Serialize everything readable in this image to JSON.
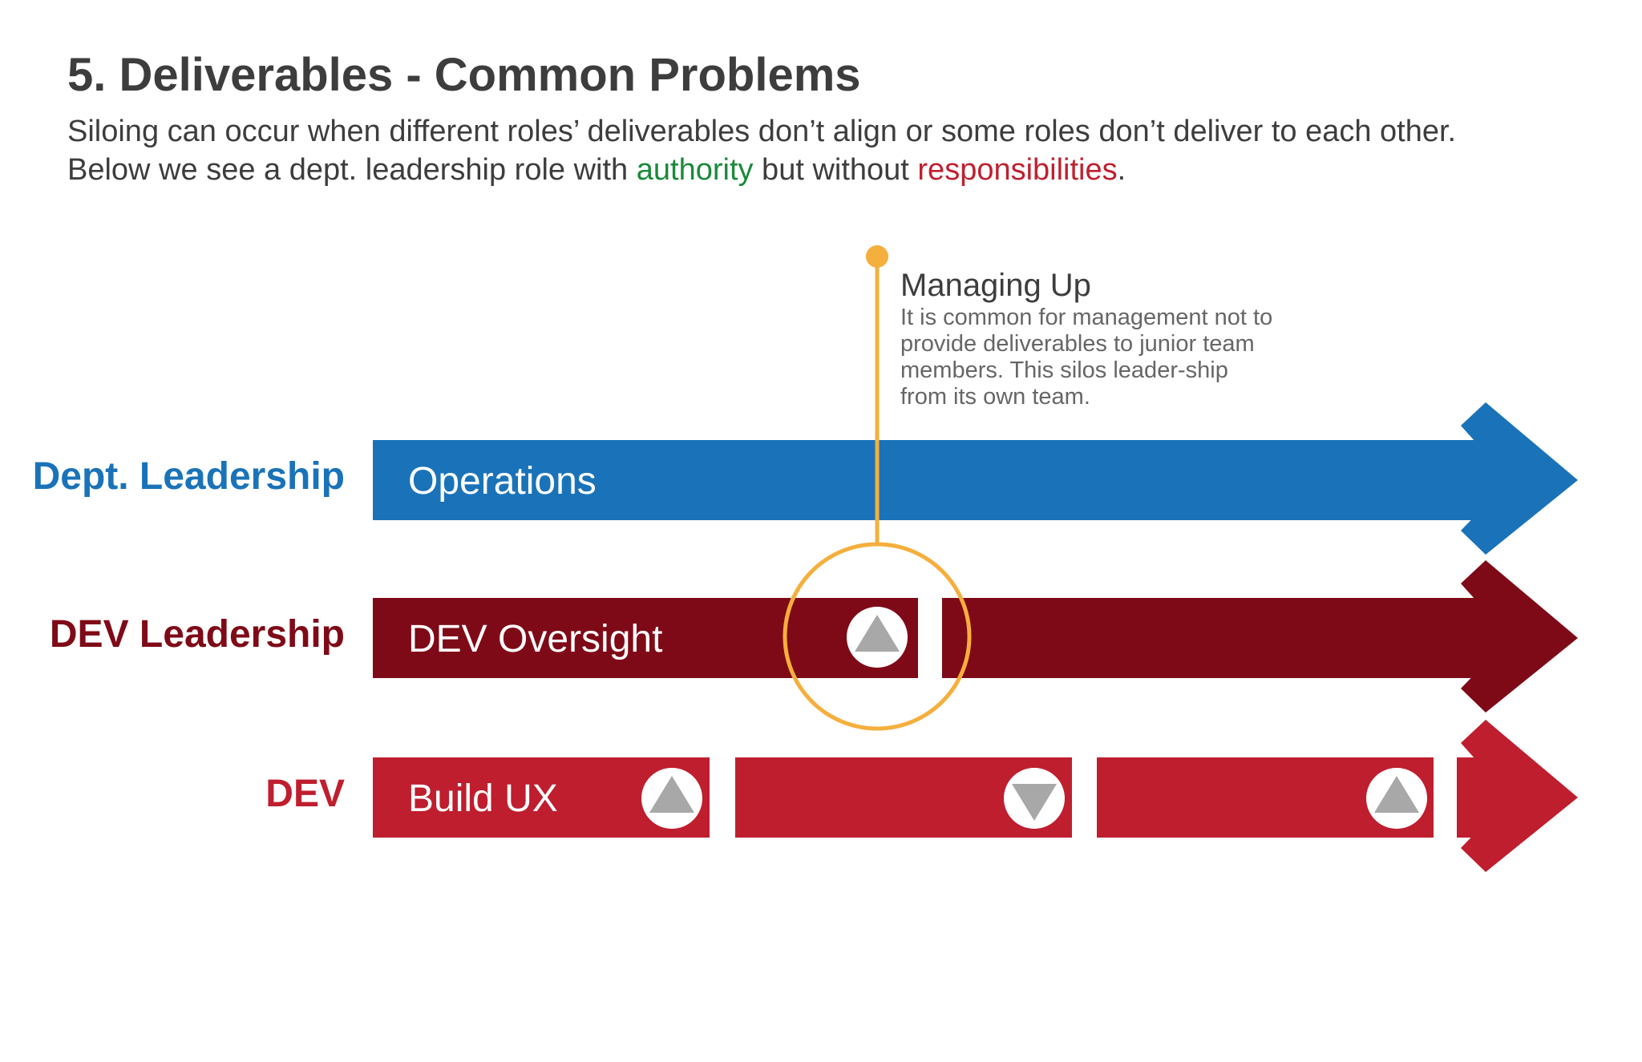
{
  "header": {
    "title": "5. Deliverables - Common Problems",
    "line1": "Siloing can occur when different roles’ deliverables don’t align or some roles don’t deliver to each other.",
    "line2_before": "Below we see a dept. leadership role with ",
    "line2_authority": "authority",
    "line2_middle": " but without ",
    "line2_responsibilities": "responsibilities",
    "line2_end": "."
  },
  "callout": {
    "title": "Managing Up",
    "body": "It is common for management not to provide deliverables to junior team members.  This silos leader-ship from its own team."
  },
  "rows": [
    {
      "label": "Dept. Leadership",
      "bar_text": "Operations",
      "color": "#1a73b8"
    },
    {
      "label": "DEV Leadership",
      "bar_text": "DEV Oversight",
      "color": "#7f0a17"
    },
    {
      "label": "DEV",
      "bar_text": "Build UX",
      "color": "#bf1e2e"
    }
  ],
  "colors": {
    "callout_accent": "#f5af3d",
    "marker_icon": "#a8a8a8",
    "text_dark": "#3d3d3d",
    "authority_green": "#1a8a3a",
    "responsibilities_red": "#c0202f"
  },
  "markers": {
    "dev_leadership": [
      "triangle-up-icon"
    ],
    "dev": [
      "triangle-up-icon",
      "triangle-down-icon",
      "triangle-up-icon"
    ]
  }
}
